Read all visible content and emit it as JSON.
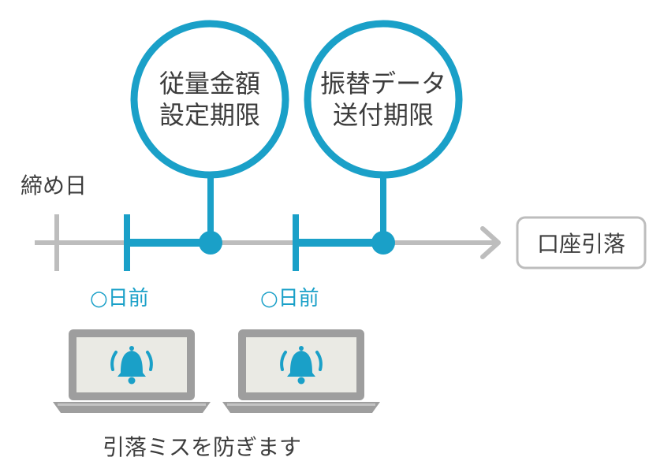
{
  "diagram": {
    "closing_day": "締め日",
    "milestones": [
      {
        "line1": "従量金額",
        "line2": "設定期限",
        "offset": "○日前"
      },
      {
        "line1": "振替データ",
        "line2": "送付期限",
        "offset": "○日前"
      }
    ],
    "end_label": "口座引落",
    "footer": "引落ミスを防ぎます",
    "icons": [
      "laptop-bell-icon",
      "laptop-bell-icon"
    ],
    "colors": {
      "accent": "#1aa0c8",
      "timeline": "#bdbdbd",
      "laptop": "#9e9e9e",
      "screen": "#eaeae4",
      "text": "#3d3d3d"
    }
  }
}
